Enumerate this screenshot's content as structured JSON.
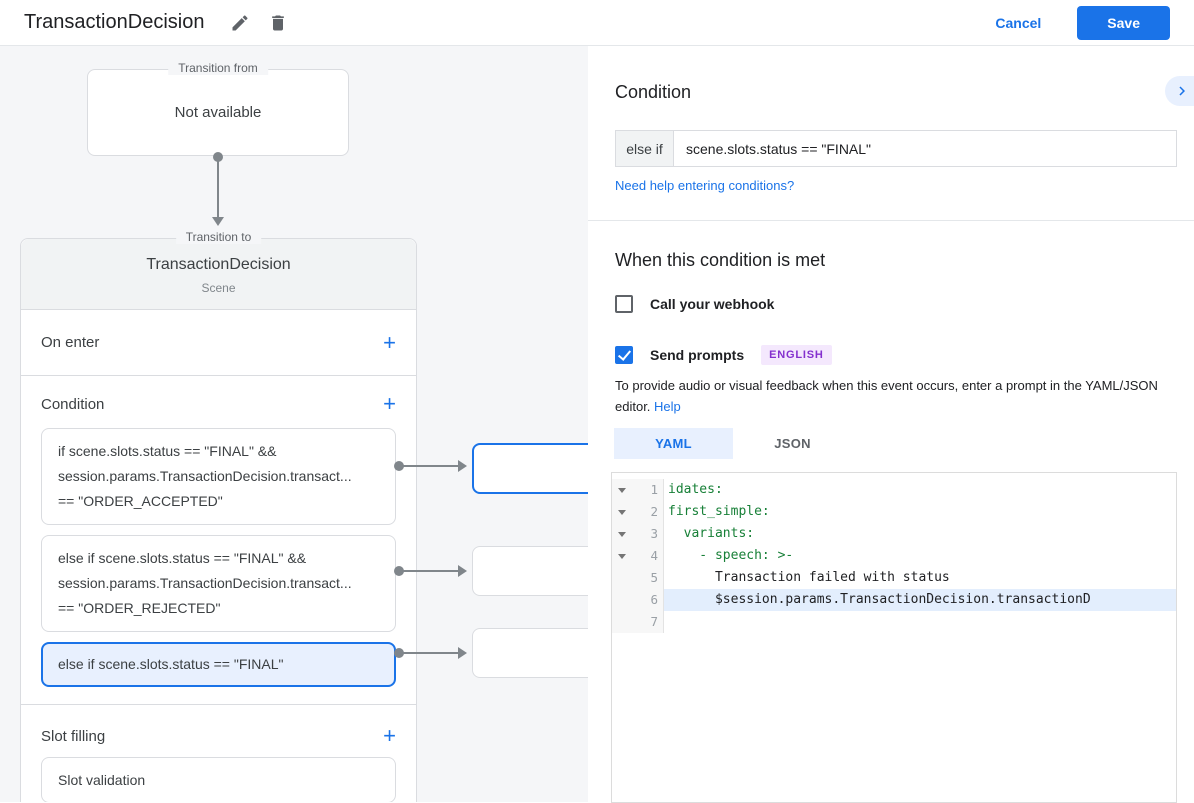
{
  "header": {
    "title": "TransactionDecision",
    "cancel": "Cancel",
    "save": "Save"
  },
  "canvas": {
    "plus": "+",
    "transition_from": {
      "legend": "Transition from",
      "value": "Not available"
    },
    "transition_to": {
      "legend": "Transition to",
      "title": "TransactionDecision",
      "subtitle": "Scene",
      "on_enter_label": "On enter",
      "condition_label": "Condition",
      "conditions": [
        {
          "lines": [
            "if scene.slots.status == \"FINAL\" &&",
            "session.params.TransactionDecision.transact...",
            "== \"ORDER_ACCEPTED\""
          ]
        },
        {
          "lines": [
            "else if scene.slots.status == \"FINAL\" &&",
            "session.params.TransactionDecision.transact...",
            "== \"ORDER_REJECTED\""
          ]
        },
        {
          "lines": [
            "else if scene.slots.status == \"FINAL\""
          ]
        }
      ],
      "slot_filling_label": "Slot filling",
      "slot_validation_label": "Slot validation"
    }
  },
  "panel": {
    "condition_heading": "Condition",
    "condition_prefix": "else if",
    "condition_value": "scene.slots.status == \"FINAL\"",
    "help_link": "Need help entering conditions?",
    "when_heading": "When this condition is met",
    "webhook_label": "Call your webhook",
    "send_prompts_label": "Send prompts",
    "language_badge": "ENGLISH",
    "prompt_hint": "To provide audio or visual feedback when this event occurs, enter a prompt in the YAML/JSON editor.",
    "help_label": "Help",
    "tabs": {
      "yaml": "YAML",
      "json": "JSON"
    },
    "editor": {
      "lines": [
        {
          "num": "1",
          "text": "idates:"
        },
        {
          "num": "2",
          "text": "first_simple:"
        },
        {
          "num": "3",
          "text": "  variants:"
        },
        {
          "num": "4",
          "text": "    - speech: >-"
        },
        {
          "num": "5",
          "text": "      Transaction failed with status"
        },
        {
          "num": "6",
          "text": "      $session.params.TransactionDecision.transactionD"
        },
        {
          "num": "7",
          "text": ""
        }
      ]
    }
  },
  "colors": {
    "accent": "#1a73e8",
    "selected_bg": "#e8f0fe",
    "badge_bg": "#f4e8fd",
    "badge_text": "#8430ce",
    "code_key": "#188038"
  }
}
